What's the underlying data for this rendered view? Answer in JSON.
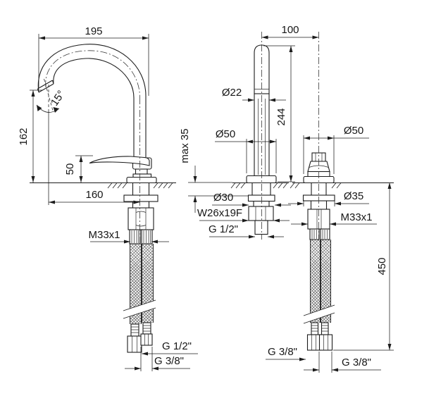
{
  "drawing": {
    "type": "faucet technical dimension drawing",
    "colors": {
      "ink": "#1c1c1c",
      "background": "#ffffff"
    },
    "labels": {
      "spout_width": "195",
      "hole_spacing": "100",
      "spout_outlet_height": "162",
      "outlet_angle": "15°",
      "lever_height": "50",
      "spout_reach": "160",
      "handle_diameter": "Ø22",
      "overall_height": "244",
      "max_deck_thickness": "max 35",
      "spout_flange_diameter": "Ø50",
      "valve_flange_diameter": "Ø50",
      "shank_collar_diameter": "Ø30",
      "shank_nut_thread": "W26x19F",
      "spout_inlet_thread": "G 1/2\"",
      "spout_shank_thread": "M33x1",
      "valve_collar_diameter": "Ø35",
      "valve_shank_thread": "M33x1",
      "hose_length": "450",
      "hose_fitting_half_inch": "G 1/2\"",
      "hose_fitting_three_eighths": "G 3/8\"",
      "valve_hose_fitting_left": "G 3/8\"",
      "valve_hose_fitting_right": "G 3/8\""
    }
  }
}
